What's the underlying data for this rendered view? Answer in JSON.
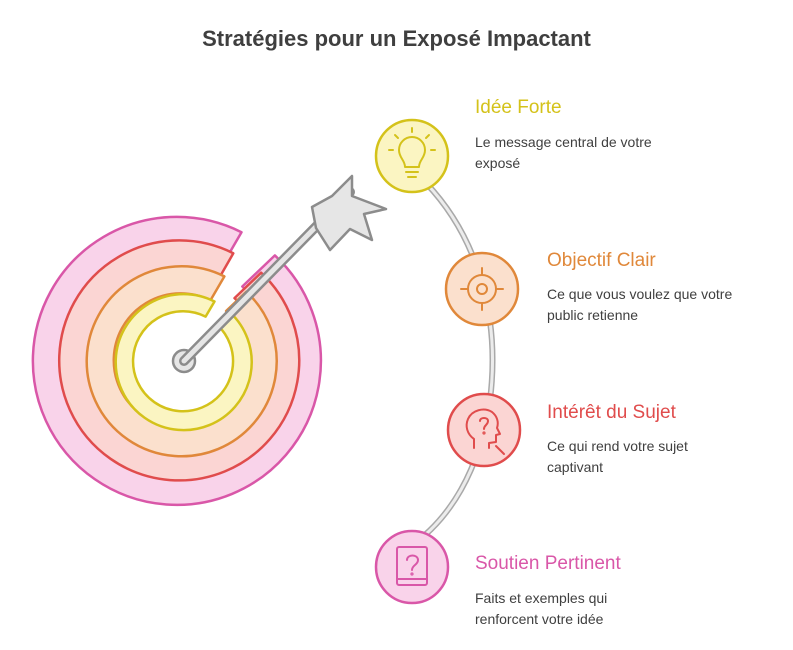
{
  "title": "Stratégies pour un Exposé Impactant",
  "items": [
    {
      "title": "Idée Forte",
      "desc_line1": "Le message central de votre",
      "desc_line2": "exposé",
      "icon": "lightbulb-icon",
      "color": "#d4c21a",
      "fill": "#fbf5c2"
    },
    {
      "title": "Objectif Clair",
      "desc_line1": "Ce que vous voulez que votre",
      "desc_line2": "public retienne",
      "icon": "target-icon",
      "color": "#e0883a",
      "fill": "#fbe0cd"
    },
    {
      "title": "Intérêt du Sujet",
      "desc_line1": "Ce qui rend votre sujet",
      "desc_line2": "captivant",
      "icon": "head-question-icon",
      "color": "#e04c4c",
      "fill": "#fbd5d3"
    },
    {
      "title": "Soutien Pertinent",
      "desc_line1": "Faits et exemples qui",
      "desc_line2": "renforcent votre idée",
      "icon": "book-question-icon",
      "color": "#d957a8",
      "fill": "#f9d3ea"
    }
  ]
}
